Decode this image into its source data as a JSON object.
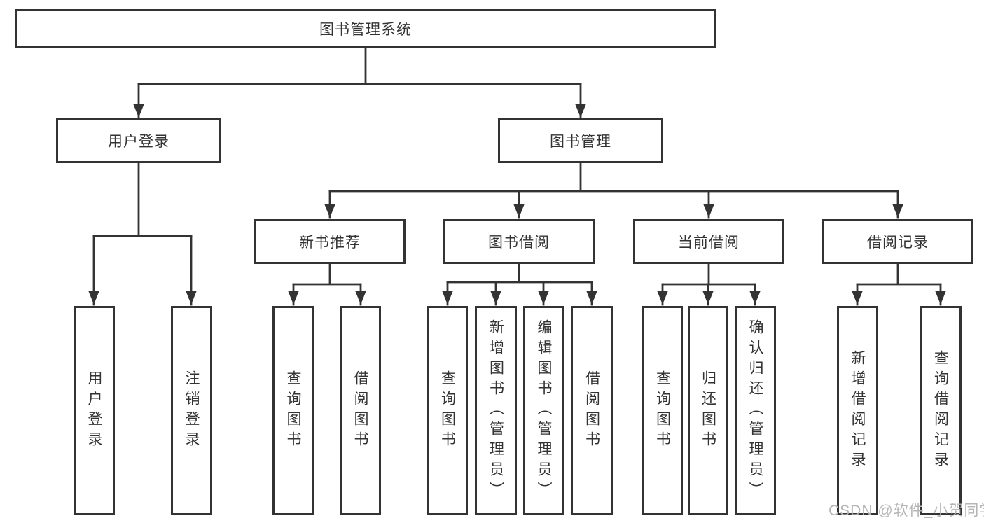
{
  "nodes": {
    "root": "图书管理系统",
    "level2": {
      "user_login": "用户登录",
      "book_mgmt": "图书管理"
    },
    "level3": {
      "new_books": "新书推荐",
      "book_borrow": "图书借阅",
      "current_borrow": "当前借阅",
      "borrow_records": "借阅记录"
    },
    "leaves": {
      "user_login": [
        "用户登录",
        "注销登录"
      ],
      "new_books": [
        "查询图书",
        "借阅图书"
      ],
      "book_borrow": [
        "查询图书",
        "新增图书（管理员）",
        "编辑图书（管理员）",
        "借阅图书"
      ],
      "current_borrow": [
        "查询图书",
        "归还图书",
        "确认归还（管理员）"
      ],
      "borrow_records": [
        "新增借阅记录",
        "查询借阅记录"
      ]
    }
  },
  "watermark": "CSDN @软件_小贺同学",
  "colors": {
    "line": "#333333",
    "box_border": "#333333",
    "text": "#333333",
    "box_background": "#ffffff",
    "page_background": "#ffffff",
    "watermark": "#b5b5b5"
  }
}
